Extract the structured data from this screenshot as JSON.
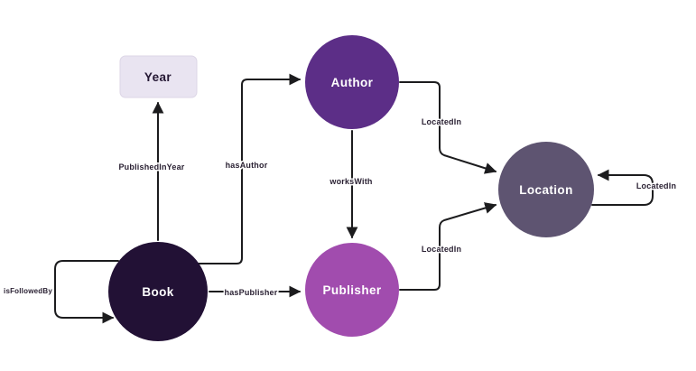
{
  "diagram": {
    "background_color": "#ffffff",
    "edge_line_color": "#1c1c1e",
    "edge_label_color": "#2a2133",
    "nodes": {
      "year": {
        "label": "Year",
        "shape": "rounded-rectangle",
        "fill": "#e9e4f1",
        "text_color": "#241733"
      },
      "author": {
        "label": "Author",
        "shape": "circle",
        "fill": "#5c2e87",
        "text_color": "#ffffff"
      },
      "book": {
        "label": "Book",
        "shape": "circle",
        "fill": "#221135",
        "text_color": "#ffffff"
      },
      "publisher": {
        "label": "Publisher",
        "shape": "circle",
        "fill": "#a14cae",
        "text_color": "#ffffff"
      },
      "location": {
        "label": "Location",
        "shape": "circle",
        "fill": "#5e5471",
        "text_color": "#ffffff"
      }
    },
    "edges": {
      "published_in_year": {
        "label": "PublishedInYear",
        "from": "Book",
        "to": "Year"
      },
      "has_author": {
        "label": "hasAuthor",
        "from": "Book",
        "to": "Author"
      },
      "works_with": {
        "label": "worksWith",
        "from": "Author",
        "to": "Publisher"
      },
      "has_publisher": {
        "label": "hasPublisher",
        "from": "Book",
        "to": "Publisher"
      },
      "located_in_author": {
        "label": "LocatedIn",
        "from": "Author",
        "to": "Location"
      },
      "located_in_publisher": {
        "label": "LocatedIn",
        "from": "Publisher",
        "to": "Location"
      },
      "located_in_location": {
        "label": "LocatedIn",
        "from": "Location",
        "to": "Location"
      },
      "is_followed_by": {
        "label": "isFollowedBy",
        "from": "Book",
        "to": "Book"
      }
    }
  }
}
